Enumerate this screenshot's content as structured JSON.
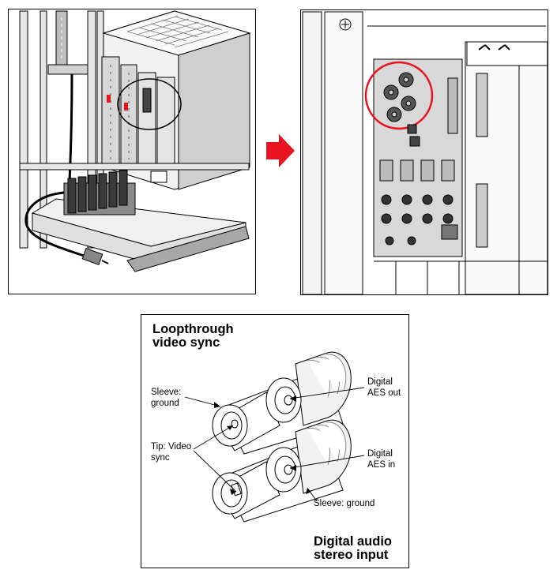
{
  "connector_figure": {
    "title_top": [
      "Loopthrough",
      "video sync"
    ],
    "title_bottom": [
      "Digital audio",
      "stereo input"
    ],
    "labels": {
      "sleeve_ground_top": [
        "Sleeve:",
        "ground"
      ],
      "tip_video_sync": [
        "Tip: Video",
        "sync"
      ],
      "digital_aes_out": [
        "Digital",
        "AES out"
      ],
      "digital_aes_in": [
        "Digital",
        "AES in"
      ],
      "sleeve_ground_bottom": "Sleeve: ground"
    }
  },
  "colors": {
    "highlight_circle": "#e8141f",
    "arrow": "#e8141f",
    "line": "#000000"
  }
}
